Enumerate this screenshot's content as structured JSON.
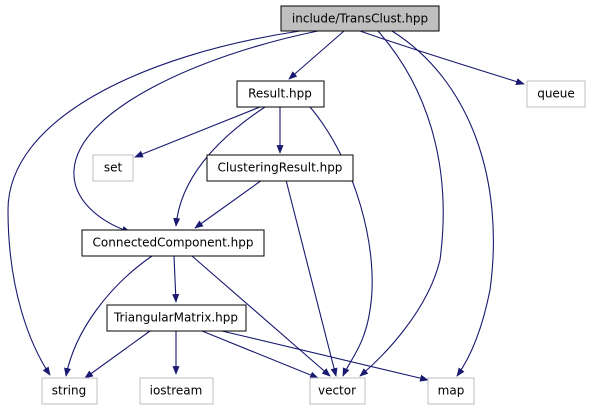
{
  "graph": {
    "title_node": "include/TransClust.hpp",
    "nodes": {
      "transclust": {
        "label": "include/TransClust.hpp",
        "kind": "root"
      },
      "result": {
        "label": "Result.hpp",
        "kind": "documented"
      },
      "queue": {
        "label": "queue",
        "kind": "external"
      },
      "set": {
        "label": "set",
        "kind": "external"
      },
      "clusteringresult": {
        "label": "ClusteringResult.hpp",
        "kind": "documented"
      },
      "connectedcomponent": {
        "label": "ConnectedComponent.hpp",
        "kind": "documented"
      },
      "triangularmatrix": {
        "label": "TriangularMatrix.hpp",
        "kind": "documented"
      },
      "string": {
        "label": "string",
        "kind": "external"
      },
      "iostream": {
        "label": "iostream",
        "kind": "external"
      },
      "vector": {
        "label": "vector",
        "kind": "external"
      },
      "map": {
        "label": "map",
        "kind": "external"
      }
    },
    "edges": [
      {
        "from": "transclust",
        "to": "result"
      },
      {
        "from": "transclust",
        "to": "queue"
      },
      {
        "from": "transclust",
        "to": "connectedcomponent"
      },
      {
        "from": "transclust",
        "to": "string"
      },
      {
        "from": "transclust",
        "to": "vector"
      },
      {
        "from": "transclust",
        "to": "map"
      },
      {
        "from": "result",
        "to": "set"
      },
      {
        "from": "result",
        "to": "clusteringresult"
      },
      {
        "from": "result",
        "to": "connectedcomponent"
      },
      {
        "from": "result",
        "to": "vector"
      },
      {
        "from": "clusteringresult",
        "to": "connectedcomponent"
      },
      {
        "from": "clusteringresult",
        "to": "vector"
      },
      {
        "from": "connectedcomponent",
        "to": "triangularmatrix"
      },
      {
        "from": "connectedcomponent",
        "to": "string"
      },
      {
        "from": "connectedcomponent",
        "to": "vector"
      },
      {
        "from": "triangularmatrix",
        "to": "string"
      },
      {
        "from": "triangularmatrix",
        "to": "iostream"
      },
      {
        "from": "triangularmatrix",
        "to": "vector"
      },
      {
        "from": "triangularmatrix",
        "to": "map"
      }
    ]
  },
  "colors": {
    "edge": "#191970",
    "root_fill": "#bfbfbf",
    "documented_border": "#000000",
    "external_border": "#bfbfbf",
    "text": "#000000"
  }
}
